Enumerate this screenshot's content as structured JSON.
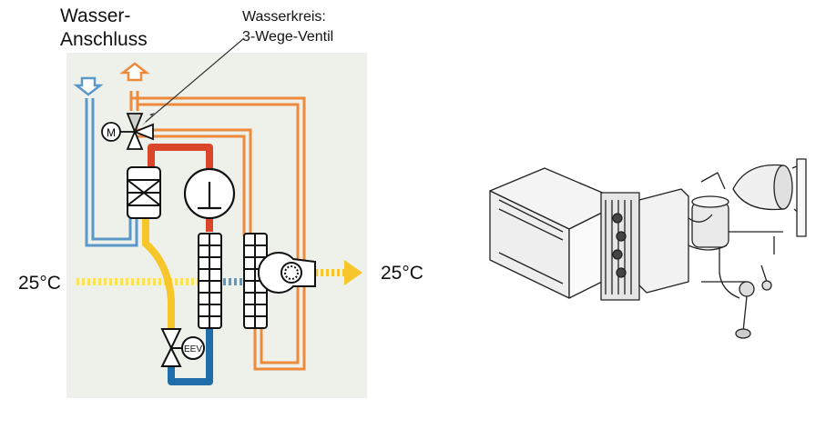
{
  "labels": {
    "water_connection_line1": "Wasser-",
    "water_connection_line2": "Anschluss",
    "callout_line1": "Wasserkreis:",
    "callout_line2": "3-Wege-Ventil",
    "temp_in": "25°C",
    "temp_out": "25°C",
    "motor_symbol": "M",
    "eev_symbol": "EEV"
  },
  "colors": {
    "panel": "#eef0ea",
    "water_in": "#5b97c9",
    "water_out": "#ee8a3c",
    "refrigerant_hot": "#d9462a",
    "refrigerant_liquid": "#f6c62a",
    "refrigerant_cold": "#1f6ea9",
    "air_in": "#fbe259",
    "air_out": "#f6c62a"
  },
  "icons": {
    "water_in": "arrow-down-icon",
    "water_out": "arrow-up-icon",
    "valve": "three-way-valve-icon",
    "motor": "motor-icon",
    "compressor": "compressor-icon",
    "heat_exchanger": "heat-exchanger-icon",
    "expansion_valve": "expansion-valve-icon",
    "fan": "fan-icon",
    "unit": "fan-coil-unit-drawing"
  }
}
